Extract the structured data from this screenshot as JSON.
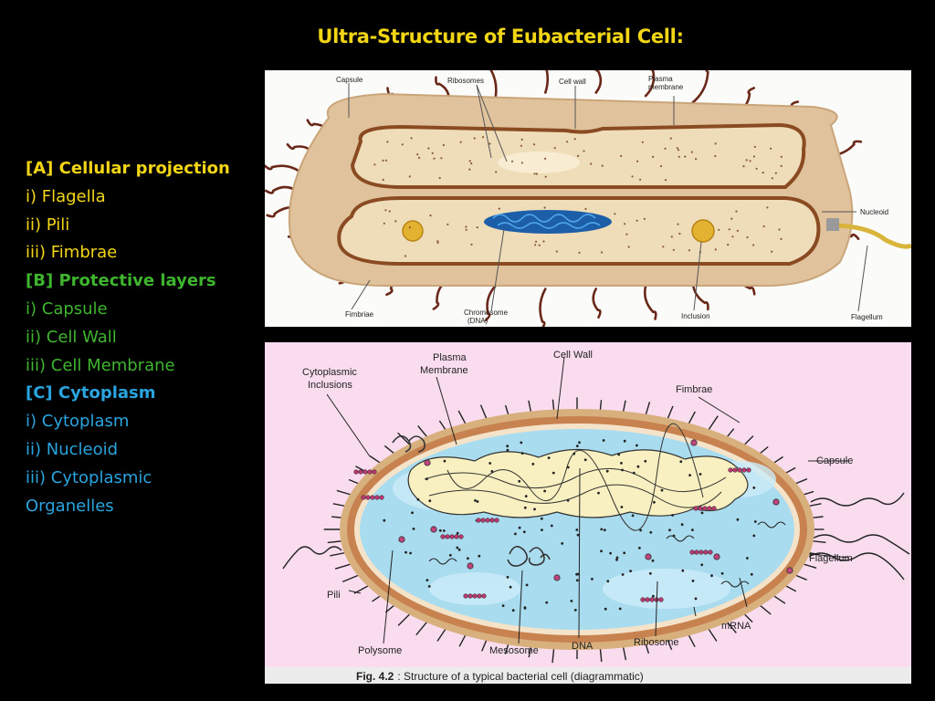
{
  "title": "Ultra-Structure of Eubacterial Cell:",
  "outline": {
    "a_heading": "[A] Cellular projection",
    "a_items": [
      "i) Flagella",
      "ii) Pili",
      "iii) Fimbrae"
    ],
    "b_heading": "[B] Protective layers",
    "b_items": [
      "i) Capsule",
      "ii) Cell Wall",
      "iii) Cell Membrane"
    ],
    "c_heading": "[C] Cytoplasm",
    "c_items": [
      "i) Cytoplasm",
      "ii) Nucleoid",
      "iii) Cytoplasmic",
      "Organelles"
    ]
  },
  "colors": {
    "title": "#f2d515",
    "section_a": "#f2d515",
    "section_b": "#3fb52f",
    "section_c": "#29a4de",
    "background": "#000000"
  },
  "top_diagram": {
    "labels": {
      "capsule": "Capsule",
      "ribosomes": "Ribosomes",
      "cell_wall": "Cell wall",
      "plasma_membrane_1": "Plasma",
      "plasma_membrane_2": "membrane",
      "nucleoid": "Nucleoid",
      "fimbriae": "Fimbriae",
      "chromosome_1": "Chromosome",
      "chromosome_2": "(DNA)",
      "inclusion": "Inclusion",
      "flagellum": "Flagellum"
    }
  },
  "bottom_diagram": {
    "labels": {
      "cytoplasmic_inclusions_1": "Cytoplasmic",
      "cytoplasmic_inclusions_2": "Inclusions",
      "plasma_membrane_1": "Plasma",
      "plasma_membrane_2": "Membrane",
      "cell_wall": "Cell Wall",
      "fimbrae": "Fimbrae",
      "capsule": "Capsule",
      "flagellum": "Flagellum",
      "pili": "Pili",
      "mrna": "mRNA",
      "polysome": "Polysome",
      "mesosome": "Mesosome",
      "dna": "DNA",
      "ribosome": "Ribosome"
    },
    "caption_fig": "Fig. 4.2",
    "caption_text": ": Structure of a typical bacterial cell (diagrammatic)"
  }
}
